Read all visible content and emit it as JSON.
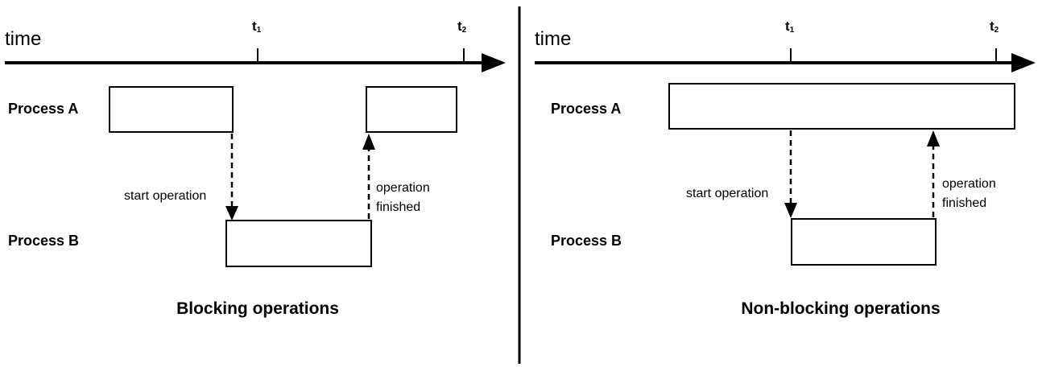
{
  "divider_color": "#000000",
  "panels": [
    {
      "id": "blocking",
      "axis_label": "time",
      "ticks": [
        {
          "letter": "t",
          "sub": "1"
        },
        {
          "letter": "t",
          "sub": "2"
        }
      ],
      "process_a": "Process A",
      "process_b": "Process B",
      "start_label": "start operation",
      "finish_label_1": "operation",
      "finish_label_2": "finished",
      "caption": "Blocking operations"
    },
    {
      "id": "non-blocking",
      "axis_label": "time",
      "ticks": [
        {
          "letter": "t",
          "sub": "1"
        },
        {
          "letter": "t",
          "sub": "2"
        }
      ],
      "process_a": "Process A",
      "process_b": "Process B",
      "start_label": "start operation",
      "finish_label_1": "operation",
      "finish_label_2": "finished",
      "caption": "Non-blocking operations"
    }
  ]
}
